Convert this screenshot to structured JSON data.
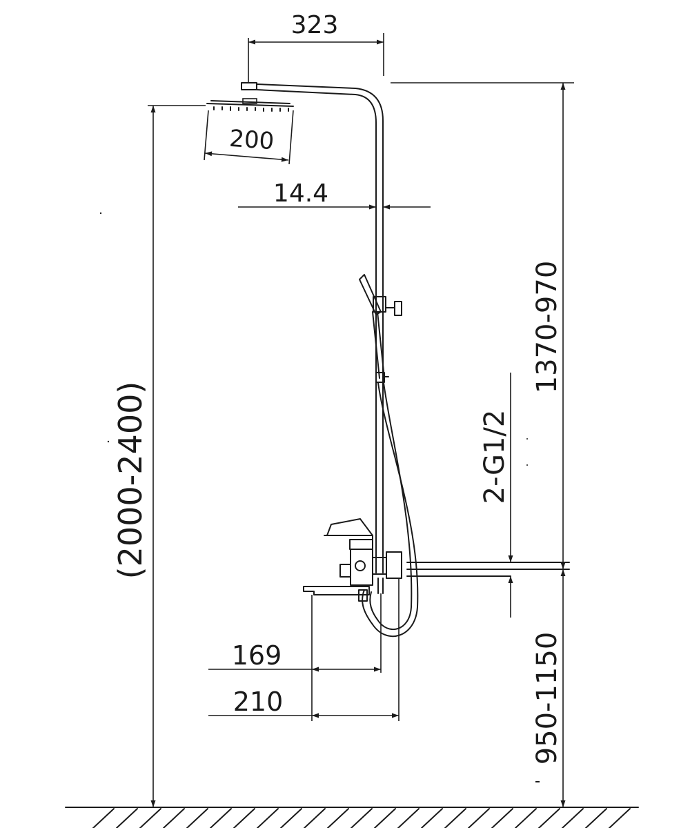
{
  "dimensions": {
    "arm_length": "323",
    "head_width": "200",
    "head_offset": "14.4",
    "total_height": "(2000-2400)",
    "rail_range": "1370-970",
    "inlet_spec": "2-G1/2",
    "mixer_height": "950-1150",
    "spout_reach_short": "169",
    "spout_reach_long": "210"
  },
  "colors": {
    "line": "#1a1a1a",
    "background": "#ffffff"
  }
}
